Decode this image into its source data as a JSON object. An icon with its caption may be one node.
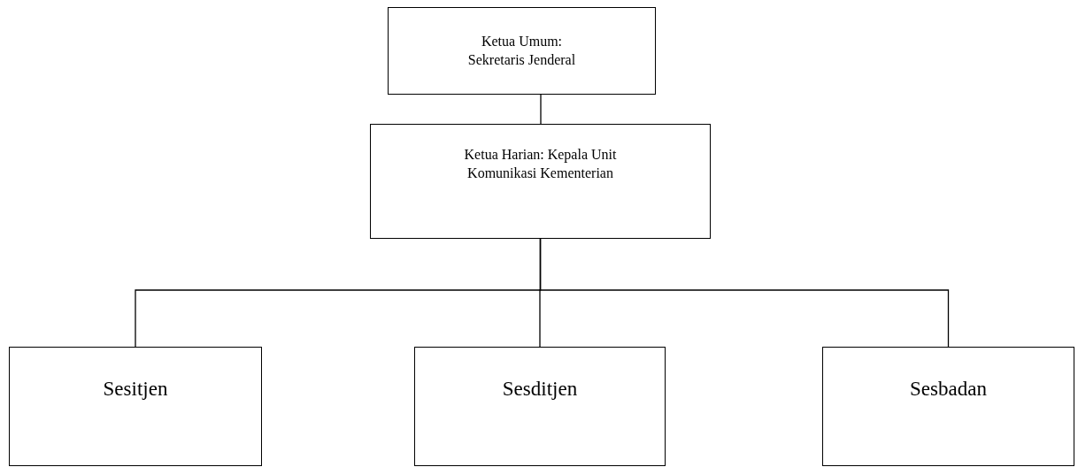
{
  "diagram": {
    "nodes": [
      {
        "text": [
          "Ketua Umum: Sekretaris Jenderal"
        ]
      },
      {
        "text": [
          "Ketua Harian: Kepala Unit Komunikasi Kementerian"
        ]
      },
      {
        "text": [
          "Sesitjen"
        ]
      },
      {
        "text": [
          "Sesditjen"
        ]
      },
      {
        "text": [
          "Sesbadan"
        ]
      }
    ],
    "edges": [
      {
        "from": 0,
        "to": 1,
        "arrow": "none"
      },
      {
        "from": 1,
        "to": 2,
        "arrow": "none"
      },
      {
        "from": 1,
        "to": 3,
        "arrow": "none"
      },
      {
        "from": 1,
        "to": 4,
        "arrow": "none"
      }
    ]
  }
}
